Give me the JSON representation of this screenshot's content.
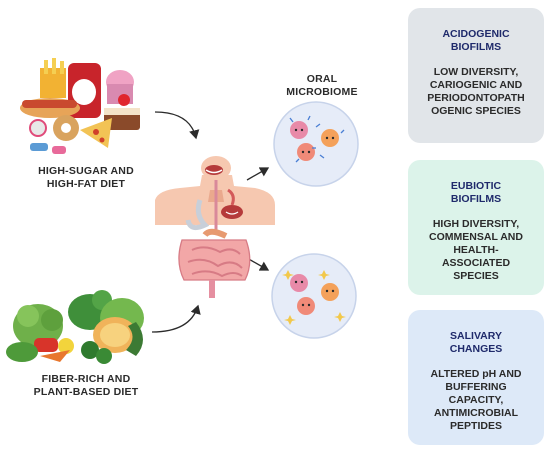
{
  "diets": {
    "high_sugar": "HIGH-SUGAR AND\nHIGH-FAT DIET",
    "fiber_rich": "FIBER-RICH AND\nPLANT-BASED DIET"
  },
  "microbiome_label": "ORAL\nMICROBIOME",
  "cards": {
    "acidogenic": {
      "title": "ACIDOGENIC\nBIOFILMS",
      "desc": "LOW DIVERSITY,\nCARIOGENIC AND\nPERIODONTOPATH\nOGENIC SPECIES"
    },
    "eubiotic": {
      "title": "EUBIOTIC\nBIOFILMS",
      "desc": "HIGH DIVERSITY,\nCOMMENSAL AND\nHEALTH-\nASSOCIATED\nSPECIES"
    },
    "salivary": {
      "title": "SALIVARY\nCHANGES",
      "desc": "ALTERED pH AND\nBUFFERING\nCAPACITY,\nANTIMICROBIAL\nPEPTIDES"
    }
  },
  "colors": {
    "card_acidogenic": "#e1e5e9",
    "card_eubiotic": "#dcf3ea",
    "card_salivary": "#dde9f8",
    "card_title": "#1f2a6b",
    "circle_fill": "#e6ecf8"
  }
}
